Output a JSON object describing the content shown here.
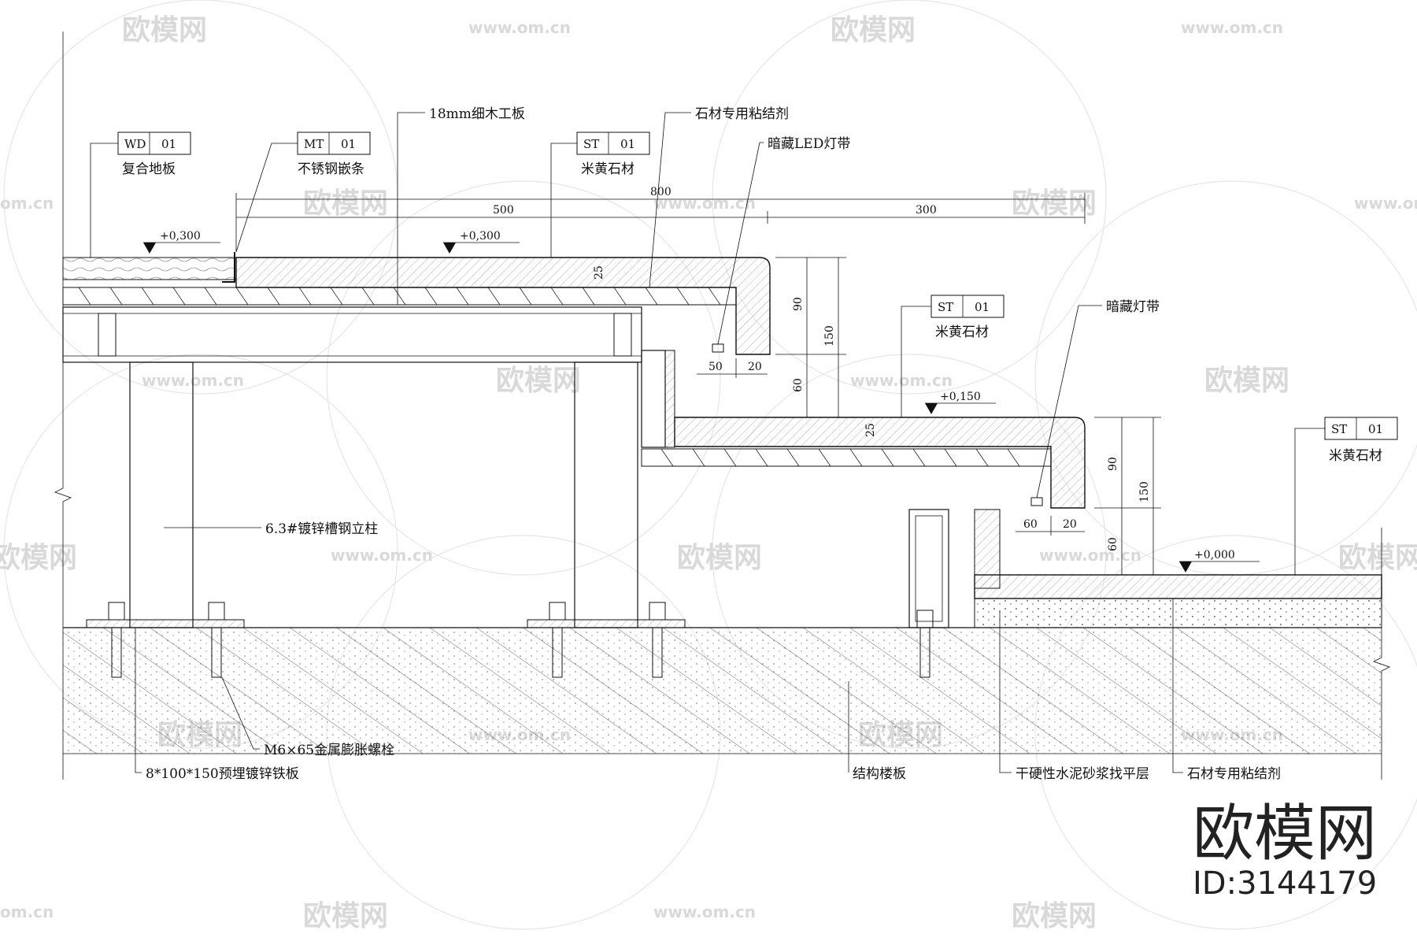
{
  "tags": {
    "wd01": {
      "code": "WD",
      "num": "01",
      "label": "复合地板"
    },
    "mt01": {
      "code": "MT",
      "num": "01",
      "label": "不锈钢嵌条"
    },
    "st01_top": {
      "code": "ST",
      "num": "01",
      "label": "米黄石材"
    },
    "st01_mid": {
      "code": "ST",
      "num": "01",
      "label": "米黄石材"
    },
    "st01_low": {
      "code": "ST",
      "num": "01",
      "label": "米黄石材"
    }
  },
  "callouts": {
    "blockboard": "18mm细木工板",
    "adhesive_top": "石材专用粘结剂",
    "led_strip": "暗藏LED灯带",
    "hidden_strip": "暗藏灯带",
    "channel_post": "6.3#镀锌槽钢立柱",
    "bolt": "M6×65金属膨胀螺栓",
    "plate": "8*100*150预埋镀锌铁板",
    "slab": "结构楼板",
    "mortar": "干硬性水泥砂浆找平层",
    "adhesive_low": "石材专用粘结剂"
  },
  "levels": {
    "left": "+0,300",
    "top": "+0,300",
    "mid": "+0,150",
    "low": "+0,000"
  },
  "dims": {
    "total": "800",
    "seg1": "500",
    "seg2": "300",
    "d25a": "25",
    "d90a": "90",
    "d150a": "150",
    "d60a": "60",
    "d50": "50",
    "d20a": "20",
    "d25b": "25",
    "d90b": "90",
    "d150b": "150",
    "d60b": "60",
    "d60c": "60",
    "d20b": "20"
  },
  "watermark": {
    "brand": "欧模网",
    "url": "www.om.cn",
    "url_short": "om.cn",
    "id": "ID:3144179"
  }
}
